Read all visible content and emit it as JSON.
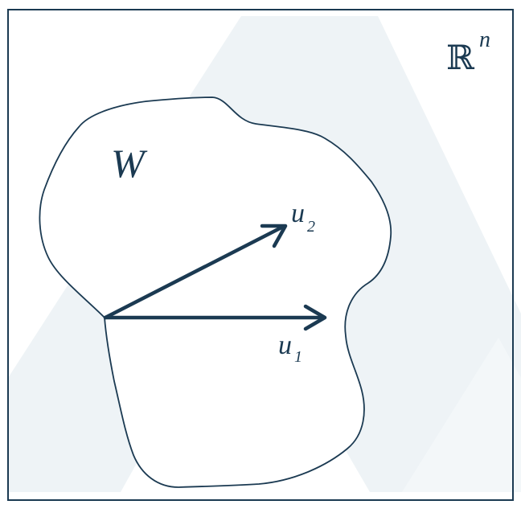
{
  "diagram": {
    "space_label_base": "ℝ",
    "space_label_exp": "n",
    "subspace_label": "W",
    "vectors": [
      {
        "name": "u",
        "subscript": "1"
      },
      {
        "name": "u",
        "subscript": "2"
      }
    ]
  },
  "colors": {
    "stroke": "#1b3a52",
    "frame": "#1b3a52",
    "watermark": "#eef3f6",
    "background": "#ffffff"
  }
}
